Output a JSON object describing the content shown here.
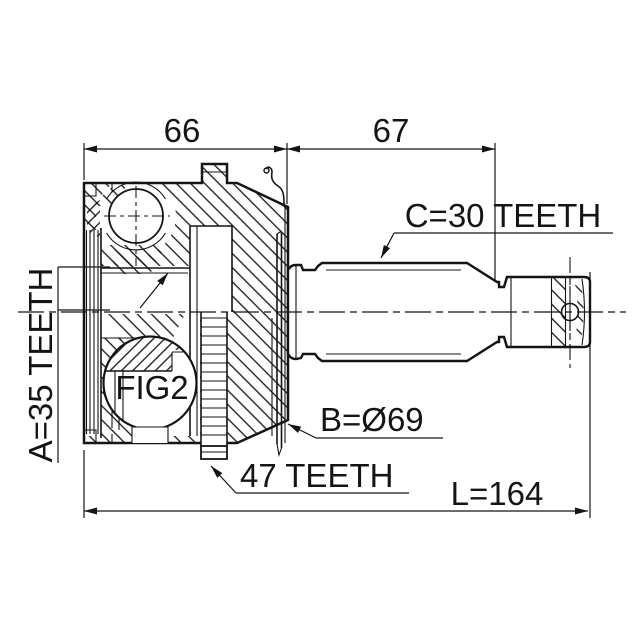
{
  "drawing": {
    "background": "#ffffff",
    "line_color": "#141414",
    "callout": "FIG2",
    "dimensions": {
      "joint_width": "66",
      "shaft_section": "67",
      "overall_length": "L=164",
      "outer_diameter": "B=Ø69"
    },
    "teeth": {
      "inner_spline": "A=35 TEETH",
      "shaft_spline": "C=30 TEETH",
      "abs_ring": "47 TEETH"
    }
  }
}
